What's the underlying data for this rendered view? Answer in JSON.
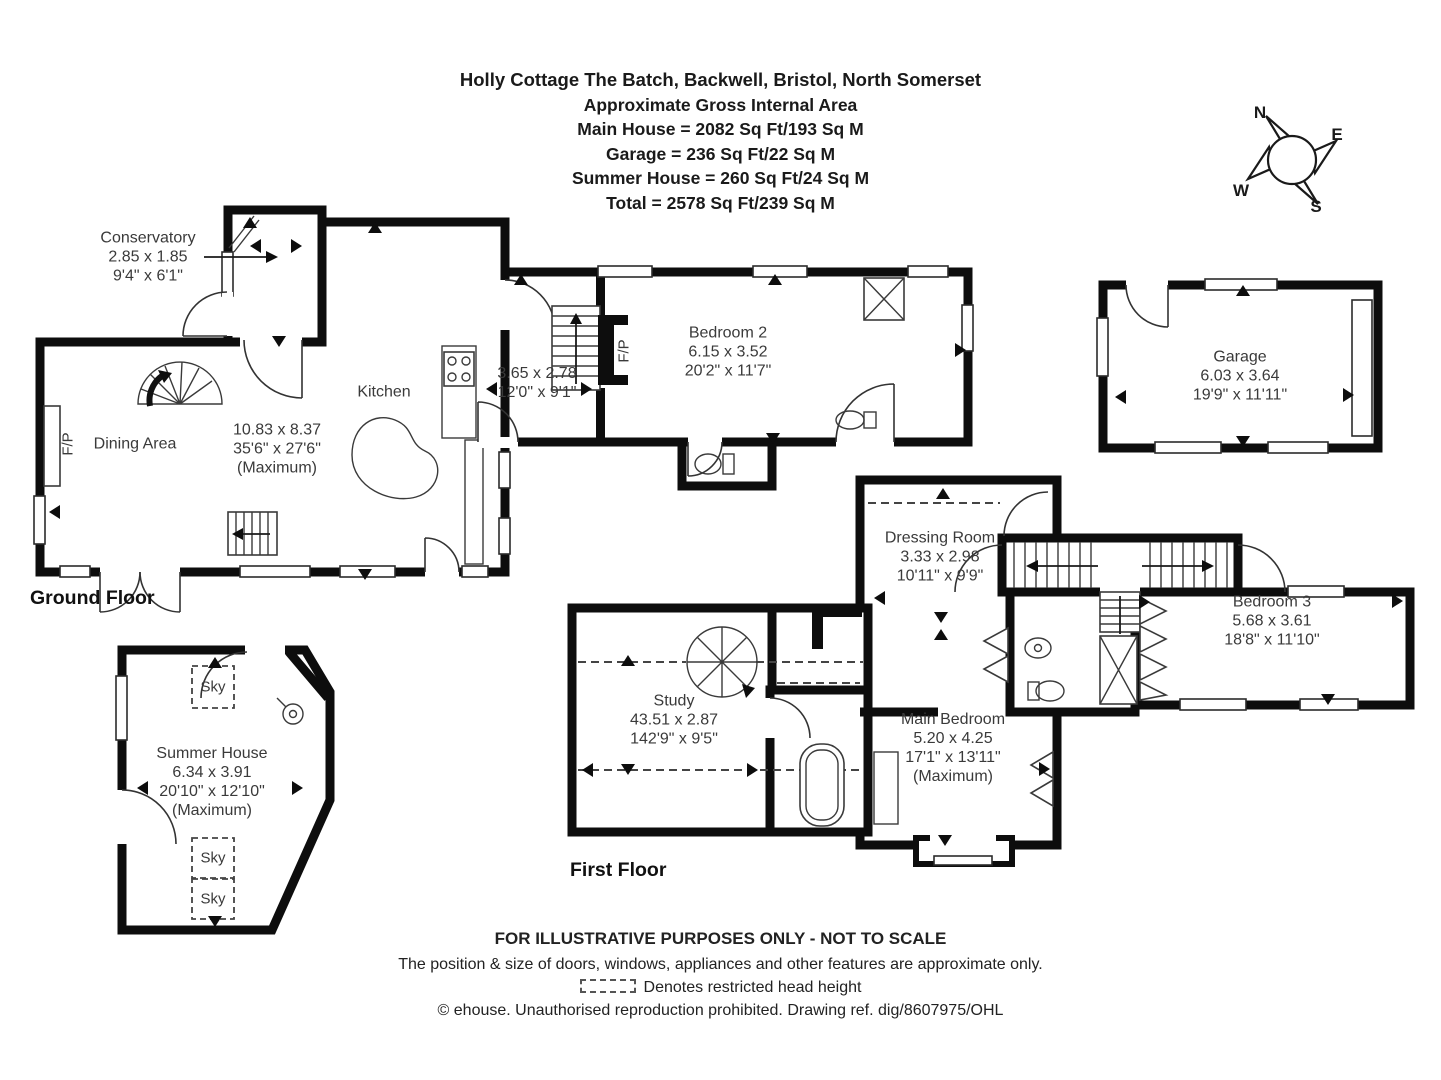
{
  "header": {
    "title": "Holly Cottage The Batch, Backwell, Bristol, North Somerset",
    "subtitle": "Approximate Gross Internal Area",
    "main_house": "Main House = 2082 Sq Ft/193 Sq M",
    "garage": "Garage = 236 Sq Ft/22 Sq M",
    "summer_house": "Summer House = 260 Sq Ft/24 Sq M",
    "total": "Total = 2578 Sq Ft/239 Sq M"
  },
  "compass": {
    "n": "N",
    "e": "E",
    "s": "S",
    "w": "W"
  },
  "floors": {
    "ground": {
      "label": "Ground Floor"
    },
    "first": {
      "label": "First Floor"
    }
  },
  "rooms": {
    "conservatory": {
      "name": "Conservatory",
      "metric": "2.85 x 1.85",
      "imperial": "9'4\" x 6'1\""
    },
    "dining": {
      "name": "Dining Area"
    },
    "open_plan": {
      "metric": "10.83 x 8.37",
      "imperial": "35'6\" x 27'6\"",
      "note": "(Maximum)"
    },
    "kitchen": {
      "name": "Kitchen"
    },
    "inner_hall": {
      "metric": "3.65 x 2.78",
      "imperial": "12'0\" x 9'1\""
    },
    "bedroom2": {
      "name": "Bedroom 2",
      "metric": "6.15 x 3.52",
      "imperial": "20'2\" x 11'7\""
    },
    "garage": {
      "name": "Garage",
      "metric": "6.03 x 3.64",
      "imperial": "19'9\" x 11'11\""
    },
    "dressing": {
      "name": "Dressing Room",
      "metric": "3.33 x 2.98",
      "imperial": "10'11\" x 9'9\""
    },
    "bedroom3": {
      "name": "Bedroom 3",
      "metric": "5.68 x 3.61",
      "imperial": "18'8\" x 11'10\""
    },
    "study": {
      "name": "Study",
      "metric": "43.51 x 2.87",
      "imperial": "142'9\" x 9'5\""
    },
    "main_bedroom": {
      "name": "Main Bedroom",
      "metric": "5.20 x 4.25",
      "imperial": "17'1\" x 13'11\"",
      "note": "(Maximum)"
    },
    "summer_house": {
      "name": "Summer House",
      "metric": "6.34 x 3.91",
      "imperial": "20'10\" x 12'10\"",
      "note": "(Maximum)"
    }
  },
  "symbols": {
    "fp": "F/P",
    "sky": "Sky"
  },
  "footer": {
    "line1": "FOR ILLUSTRATIVE PURPOSES ONLY - NOT TO SCALE",
    "line2": "The position & size of doors, windows, appliances and other features are approximate only.",
    "line3": "Denotes restricted head height",
    "line4": "© ehouse. Unauthorised reproduction prohibited. Drawing ref. dig/8607975/OHL"
  },
  "colors": {
    "wall": "#0d0d0d",
    "background": "#ffffff",
    "label_text": "#3a3a3a"
  }
}
